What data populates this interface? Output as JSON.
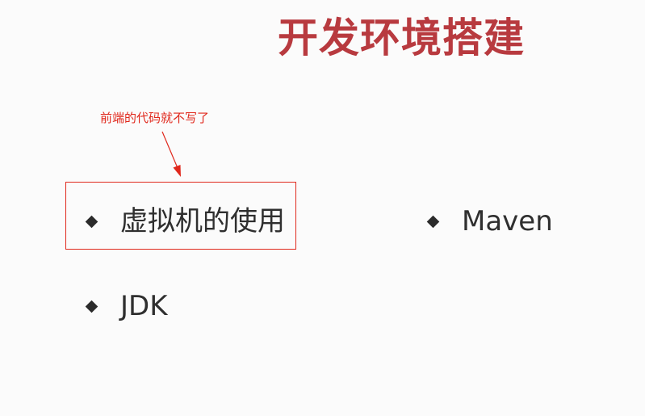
{
  "slide": {
    "title": "开发环境搭建",
    "annotation": "前端的代码就不写了",
    "items": [
      {
        "label": "虚拟机的使用",
        "icon": "diamond-bullet-icon"
      },
      {
        "label": "Maven",
        "icon": "diamond-bullet-icon"
      },
      {
        "label": "JDK",
        "icon": "diamond-bullet-icon"
      }
    ]
  },
  "colors": {
    "background": "#fbfbfb",
    "title": "#b83a3f",
    "annotation": "#e0281c",
    "text": "#2f2f2f"
  }
}
